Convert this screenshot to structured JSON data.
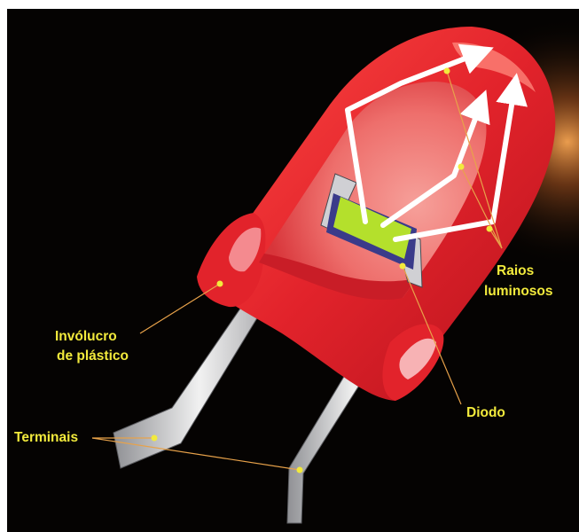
{
  "labels": {
    "envelope_line1": "Invólucro",
    "envelope_line2": "de plástico",
    "rays_line1": "Raios",
    "rays_line2": "luminosos",
    "diode": "Diodo",
    "terminals": "Terminais"
  },
  "colors": {
    "background": "#050302",
    "body_red": "#e2232b",
    "body_pink": "#f48a8f",
    "chip_green": "#b4e02c",
    "label_yellow": "#f2ea3c",
    "ray_white": "#ffffff",
    "leader_orange": "#e8a24a",
    "metal": "#c9c9c9"
  }
}
